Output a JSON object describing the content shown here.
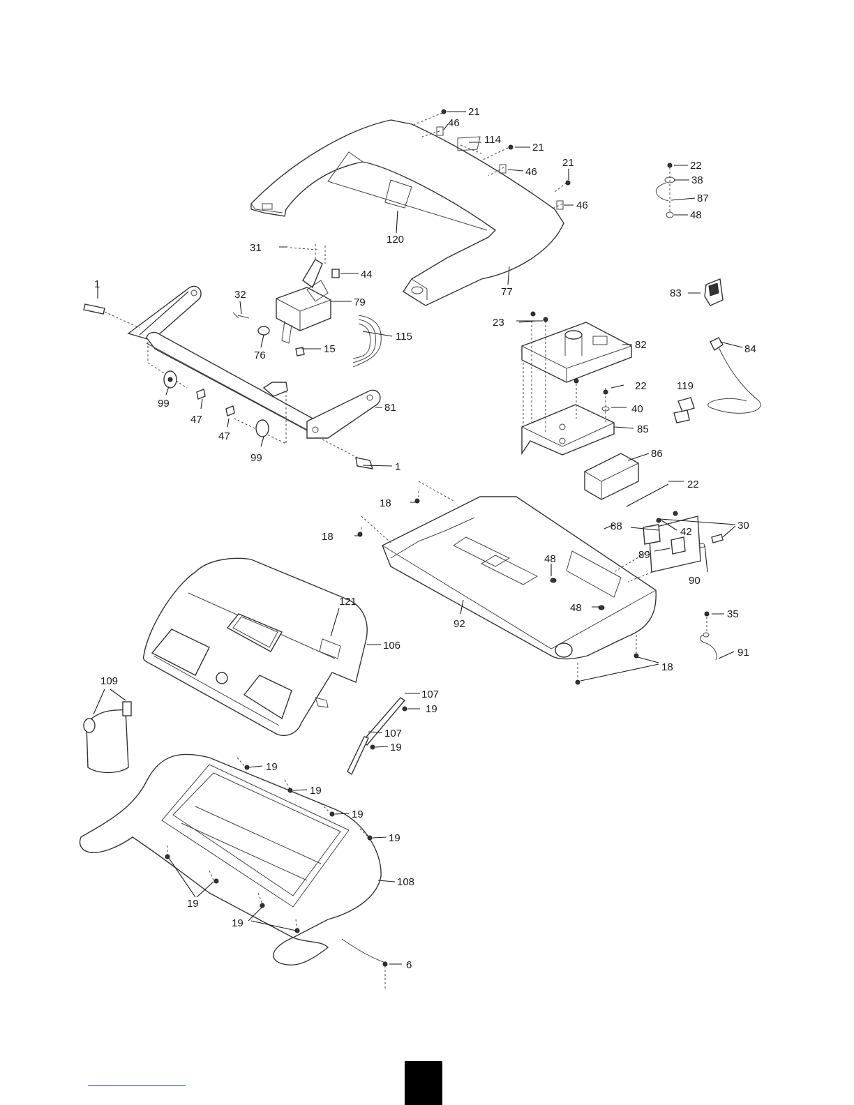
{
  "callouts": [
    "1",
    "6",
    "15",
    "18",
    "19",
    "21",
    "22",
    "23",
    "30",
    "31",
    "32",
    "35",
    "38",
    "40",
    "42",
    "44",
    "46",
    "47",
    "48",
    "76",
    "77",
    "79",
    "81",
    "82",
    "83",
    "84",
    "85",
    "86",
    "87",
    "88",
    "89",
    "90",
    "91",
    "92",
    "99",
    "106",
    "107",
    "108",
    "109",
    "114",
    "115",
    "119",
    "120",
    "121"
  ]
}
